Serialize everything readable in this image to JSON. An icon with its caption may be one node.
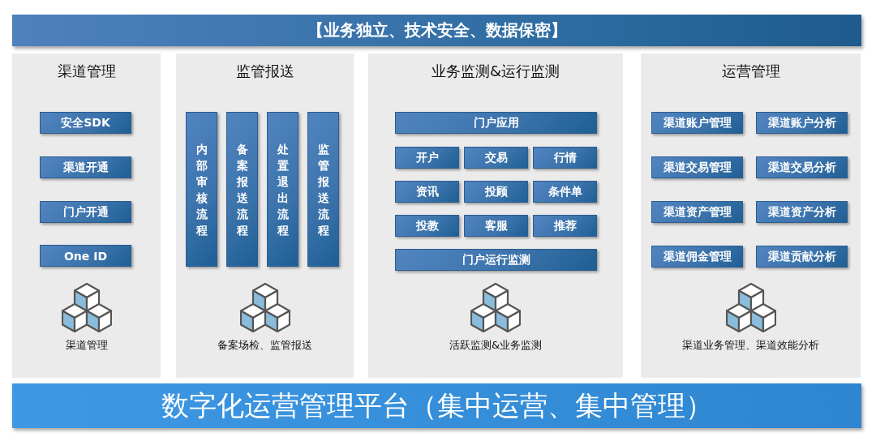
{
  "diagram": {
    "nodes": [
      {
        "text": [
          "【业务独立、技术安全、数据保密】"
        ]
      },
      {
        "text": [
          "渠道管理",
          "渠道管理"
        ]
      },
      {
        "text": [
          "安全SDK"
        ],
        "in": 1
      },
      {
        "text": [
          "渠道开通"
        ],
        "in": 1
      },
      {
        "text": [
          "门户开通"
        ],
        "in": 1
      },
      {
        "text": [
          "One ID"
        ],
        "in": 1
      },
      {
        "text": [
          "监管报送",
          "备案场检、监管报送"
        ]
      },
      {
        "text": [
          "内部审核流程"
        ],
        "in": 6
      },
      {
        "text": [
          "备案报送流程"
        ],
        "in": 6
      },
      {
        "text": [
          "处置退出流程"
        ],
        "in": 6
      },
      {
        "text": [
          "监管报送流程"
        ],
        "in": 6
      },
      {
        "text": [
          "业务监测&运行监测",
          "活跃监测&业务监测"
        ]
      },
      {
        "text": [
          "门户应用"
        ],
        "in": 11
      },
      {
        "text": [
          "开户"
        ],
        "in": 11
      },
      {
        "text": [
          "交易"
        ],
        "in": 11
      },
      {
        "text": [
          "行情"
        ],
        "in": 11
      },
      {
        "text": [
          "资讯"
        ],
        "in": 11
      },
      {
        "text": [
          "投顾"
        ],
        "in": 11
      },
      {
        "text": [
          "条件单"
        ],
        "in": 11
      },
      {
        "text": [
          "投教"
        ],
        "in": 11
      },
      {
        "text": [
          "客服"
        ],
        "in": 11
      },
      {
        "text": [
          "推荐"
        ],
        "in": 11
      },
      {
        "text": [
          "门户运行监测"
        ],
        "in": 11
      },
      {
        "text": [
          "运营管理",
          "渠道业务管理、渠道效能分析"
        ]
      },
      {
        "text": [
          "渠道账户管理"
        ],
        "in": 23
      },
      {
        "text": [
          "渠道账户分析"
        ],
        "in": 23
      },
      {
        "text": [
          "渠道交易管理"
        ],
        "in": 23
      },
      {
        "text": [
          "渠道交易分析"
        ],
        "in": 23
      },
      {
        "text": [
          "渠道资产管理"
        ],
        "in": 23
      },
      {
        "text": [
          "渠道资产分析"
        ],
        "in": 23
      },
      {
        "text": [
          "渠道佣金管理"
        ],
        "in": 23
      },
      {
        "text": [
          "渠道贡献分析"
        ],
        "in": 23
      },
      {
        "text": [
          "数字化运营管理平台（集中运营、集中管理）"
        ]
      }
    ]
  }
}
